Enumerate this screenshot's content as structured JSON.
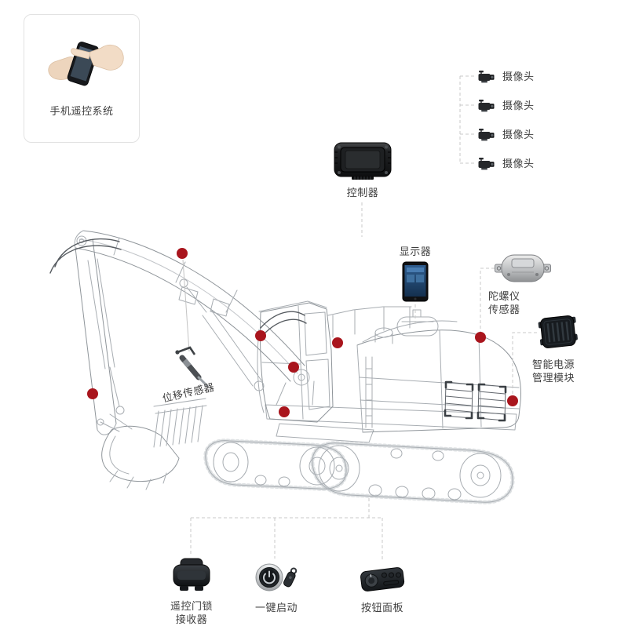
{
  "colors": {
    "accent-red": "#a9151d",
    "text": "#3f3f3f",
    "connector": "#c9c9c9"
  },
  "phone_system": {
    "label": "手机遥控系统"
  },
  "camera_group": {
    "items": [
      {
        "label": "摄像头"
      },
      {
        "label": "摄像头"
      },
      {
        "label": "摄像头"
      },
      {
        "label": "摄像头"
      }
    ]
  },
  "controller": {
    "label": "控制器"
  },
  "display": {
    "label": "显示器"
  },
  "gyroscope": {
    "label_line1": "陀螺仪",
    "label_line2": "传感器"
  },
  "power_module": {
    "label_line1": "智能电源",
    "label_line2": "管理模块"
  },
  "displacement_sensor": {
    "label": "位移传感器"
  },
  "remote_door_lock": {
    "label_line1": "遥控门锁",
    "label_line2": "接收器"
  },
  "one_key_start": {
    "label": "一键启动"
  },
  "button_panel": {
    "label": "按钮面板"
  }
}
